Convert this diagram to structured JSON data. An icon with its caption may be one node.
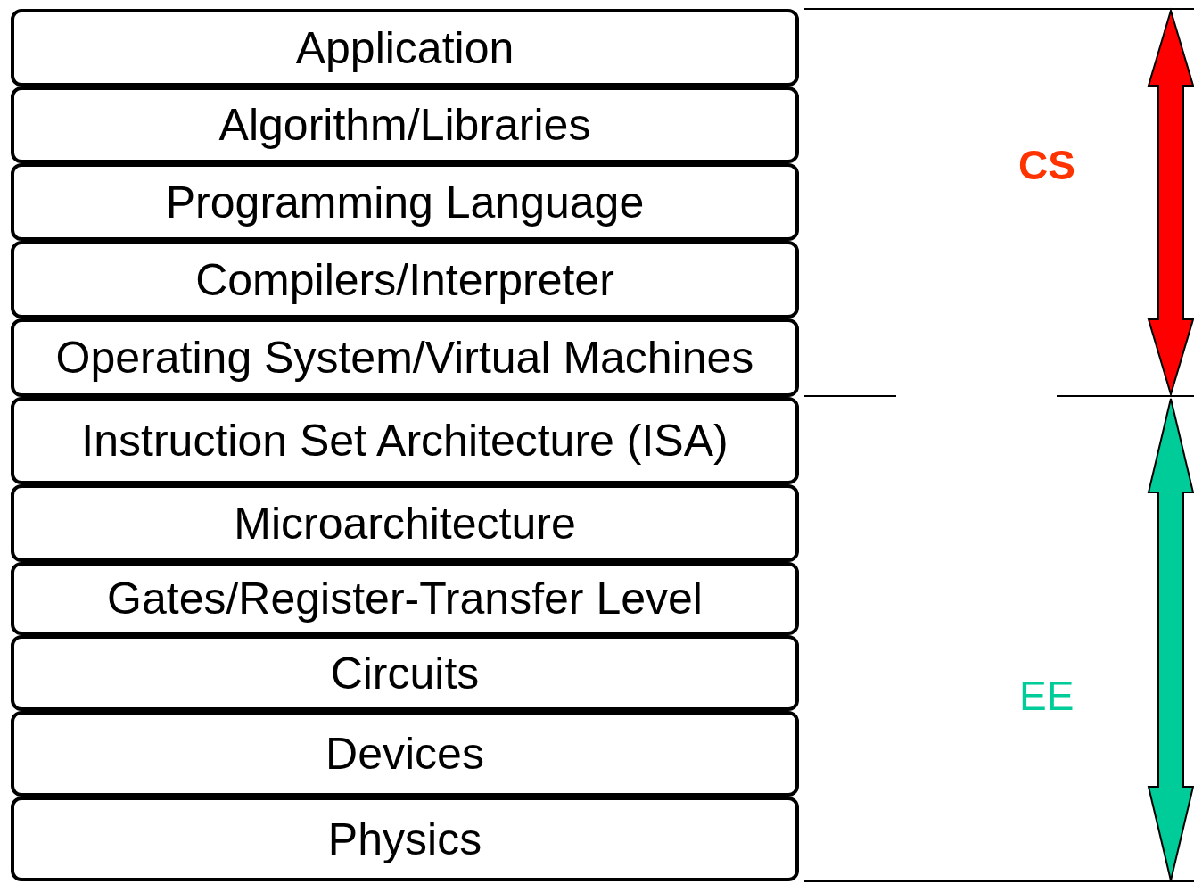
{
  "diagram": {
    "nodes": [
      {
        "text": [
          "Application"
        ]
      },
      {
        "text": [
          "Algorithm/Libraries"
        ]
      },
      {
        "text": [
          "Programming Language"
        ]
      },
      {
        "text": [
          "Compilers/Interpreter"
        ]
      },
      {
        "text": [
          "Operating System/Virtual Machines"
        ]
      },
      {
        "text": [
          "Instruction Set Architecture (ISA)"
        ]
      },
      {
        "text": [
          "Microarchitecture"
        ]
      },
      {
        "text": [
          "Gates/Register-Transfer Level"
        ]
      },
      {
        "text": [
          "Circuits"
        ]
      },
      {
        "text": [
          "Devices"
        ]
      },
      {
        "text": [
          "Physics"
        ]
      }
    ],
    "labels": [
      "CS",
      "EE"
    ]
  }
}
